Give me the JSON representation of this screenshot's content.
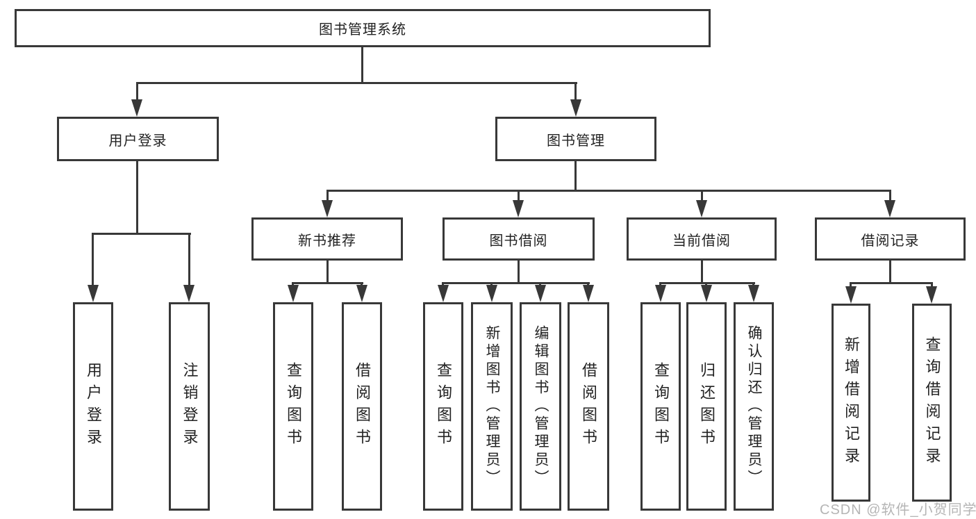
{
  "diagram": {
    "root_label": "图书管理系统",
    "login_branch": {
      "label": "用户登录",
      "leaves": [
        "用户登录",
        "注销登录"
      ]
    },
    "management_branch": {
      "label": "图书管理",
      "groups": [
        {
          "label": "新书推荐",
          "leaves": [
            "查询图书",
            "借阅图书"
          ]
        },
        {
          "label": "图书借阅",
          "leaves": [
            "查询图书",
            "新增图书（管理员）",
            "编辑图书（管理员）",
            "借阅图书"
          ]
        },
        {
          "label": "当前借阅",
          "leaves": [
            "查询图书",
            "归还图书",
            "确认归还（管理员）"
          ]
        },
        {
          "label": "借阅记录",
          "leaves": [
            "新增借阅记录",
            "查询借阅记录"
          ]
        }
      ]
    }
  },
  "watermark": "CSDN @软件_小贺同学",
  "colors": {
    "line": "#383838",
    "text": "#222222",
    "watermark": "#b5b5b5",
    "background": "#ffffff"
  }
}
